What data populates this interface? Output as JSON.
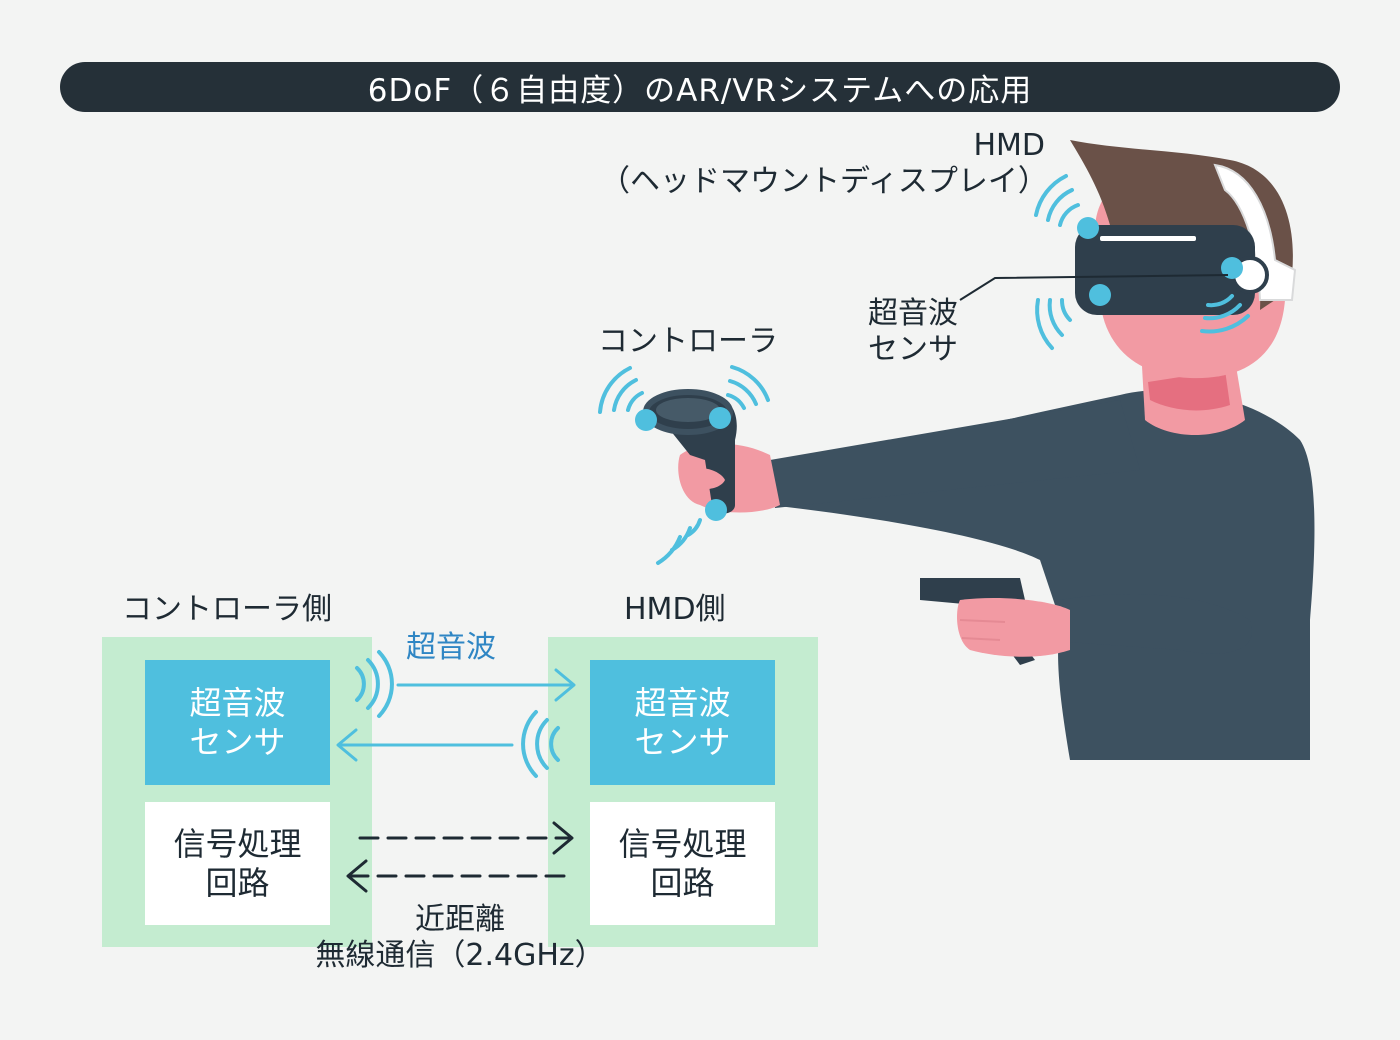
{
  "title": "6DoF（６自由度）のAR/VRシステムへの応用",
  "hmd_label": {
    "line1": "HMD",
    "line2": "（ヘッドマウントディスプレイ）"
  },
  "sensor_label": {
    "line1": "超音波",
    "line2": "センサ"
  },
  "controller_label": "コントローラ",
  "diagram": {
    "controller_side": "コントローラ側",
    "hmd_side": "HMD側",
    "ultrasound_label": "超音波",
    "sensor_box": {
      "line1": "超音波",
      "line2": "センサ"
    },
    "circuit_box": {
      "line1": "信号処理",
      "line2": "回路"
    },
    "wireless_label": {
      "line1": "近距離",
      "line2": "無線通信（2.4GHz）"
    }
  },
  "colors": {
    "title_bg": "#253038",
    "zone_green": "#c4ecd0",
    "sensor_blue": "#4fbfde",
    "wave_blue": "#4fbfde",
    "shirt": "#3d5160",
    "skin": "#f29aa3",
    "hair": "#6a5148",
    "headset": "#2f3f4c"
  },
  "icons": [
    "ultrasonic-wave-icon",
    "arrow-right-icon",
    "arrow-left-icon",
    "dashed-arrow-right-icon",
    "dashed-arrow-left-icon"
  ]
}
